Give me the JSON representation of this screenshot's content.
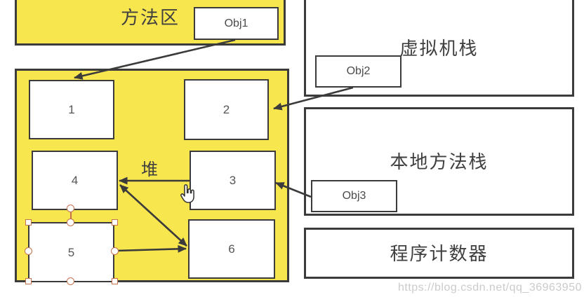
{
  "regions": {
    "method_area": {
      "label": "方法区"
    },
    "heap": {
      "label": "堆"
    },
    "vm_stack": {
      "label": "虚拟机栈"
    },
    "native_stack": {
      "label": "本地方法栈"
    },
    "pc_register": {
      "label": "程序计数器"
    }
  },
  "heap_cells": [
    {
      "id": "cell-1",
      "label": "1",
      "selected": false
    },
    {
      "id": "cell-2",
      "label": "2",
      "selected": false
    },
    {
      "id": "cell-4",
      "label": "4",
      "selected": false
    },
    {
      "id": "cell-3",
      "label": "3",
      "selected": false
    },
    {
      "id": "cell-5",
      "label": "5",
      "selected": true
    },
    {
      "id": "cell-6",
      "label": "6",
      "selected": false
    }
  ],
  "object_refs": [
    {
      "id": "obj1",
      "label": "Obj1",
      "inside": "method_area"
    },
    {
      "id": "obj2",
      "label": "Obj2",
      "inside": "vm_stack"
    },
    {
      "id": "obj3",
      "label": "Obj3",
      "inside": "native_stack"
    }
  ],
  "edges": [
    {
      "from": "Obj1",
      "to": "cell-1",
      "bidirectional": false
    },
    {
      "from": "Obj2",
      "to": "cell-2",
      "bidirectional": false
    },
    {
      "from": "Obj3",
      "to": "cell-3",
      "bidirectional": false
    },
    {
      "from": "cell-3",
      "to": "cell-4",
      "bidirectional": false
    },
    {
      "from": "cell-4",
      "to": "cell-6",
      "bidirectional": true
    },
    {
      "from": "cell-5",
      "to": "cell-6",
      "bidirectional": false
    }
  ],
  "watermark": "https://blog.csdn.net/qq_36963950",
  "colors": {
    "region_fill": "#F8E64F",
    "outline": "#3B3B3B",
    "selection_handle": "#C4724E",
    "watermark_text": "#CBCBCB"
  },
  "icons": {
    "cursor": "hand-cursor"
  }
}
